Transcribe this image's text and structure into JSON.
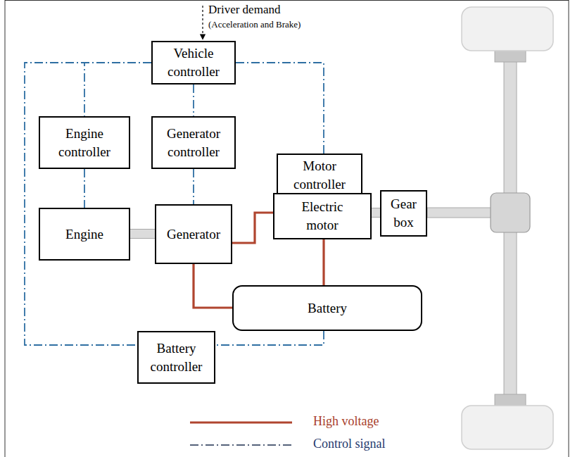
{
  "diagram": {
    "nodes": [
      {
        "text": [
          "Vehicle controller"
        ]
      },
      {
        "text": [
          "Engine controller"
        ]
      },
      {
        "text": [
          "Generator controller"
        ]
      },
      {
        "text": [
          "Motor controller"
        ]
      },
      {
        "text": [
          "Engine"
        ]
      },
      {
        "text": [
          "Generator"
        ]
      },
      {
        "text": [
          "Electric motor"
        ]
      },
      {
        "text": [
          "Gear box"
        ]
      },
      {
        "text": [
          "Battery"
        ]
      },
      {
        "text": [
          "Battery controller"
        ]
      }
    ],
    "edges": [
      {
        "from": 0,
        "to": 1,
        "arrow": "none"
      },
      {
        "from": 0,
        "to": 2,
        "arrow": "none"
      },
      {
        "from": 0,
        "to": 3,
        "arrow": "none"
      },
      {
        "from": 0,
        "to": 9,
        "arrow": "none"
      },
      {
        "from": 1,
        "to": 4,
        "arrow": "none"
      },
      {
        "from": 2,
        "to": 5,
        "arrow": "none"
      },
      {
        "from": 3,
        "to": 6,
        "arrow": "none"
      },
      {
        "from": 4,
        "to": 5,
        "arrow": "none"
      },
      {
        "from": 5,
        "to": 6,
        "arrow": "none"
      },
      {
        "from": 5,
        "to": 8,
        "arrow": "none"
      },
      {
        "from": 6,
        "to": 8,
        "arrow": "none"
      },
      {
        "from": 6,
        "to": 7,
        "arrow": "none"
      },
      {
        "from": 8,
        "to": 9,
        "arrow": "none"
      }
    ],
    "labels": [
      "Driver demand",
      "(Acceleration and Brake)"
    ],
    "legend": [
      {
        "text": "High voltage"
      },
      {
        "text": "Control signal"
      }
    ]
  }
}
